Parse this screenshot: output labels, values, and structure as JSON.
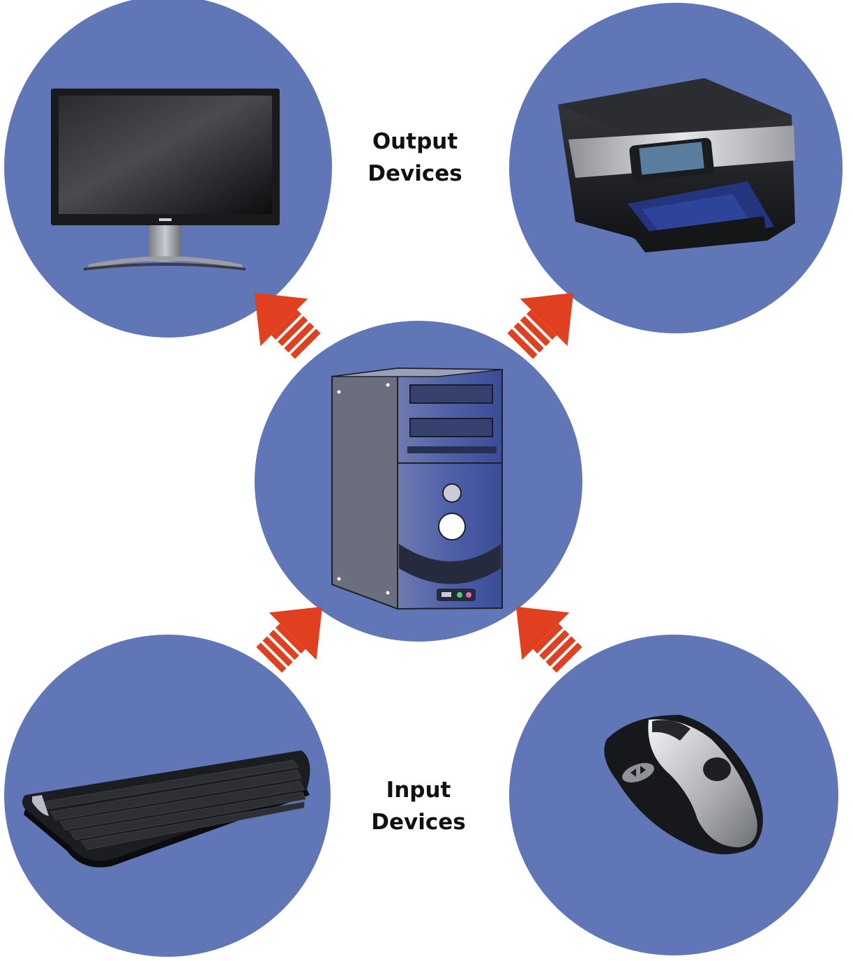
{
  "labels": {
    "output": {
      "line1": "Output",
      "line2": "Devices"
    },
    "input": {
      "line1": "Input",
      "line2": "Devices"
    }
  },
  "colors": {
    "circle": "#6076b7",
    "arrow": "#e0401f",
    "text": "#111111"
  },
  "devices": {
    "monitor": {
      "role": "output",
      "icon": "monitor-icon"
    },
    "printer": {
      "role": "output",
      "icon": "printer-icon"
    },
    "computer": {
      "role": "system-unit",
      "icon": "computer-tower-icon"
    },
    "keyboard": {
      "role": "input",
      "icon": "keyboard-icon"
    },
    "mouse": {
      "role": "input",
      "icon": "mouse-icon"
    }
  }
}
